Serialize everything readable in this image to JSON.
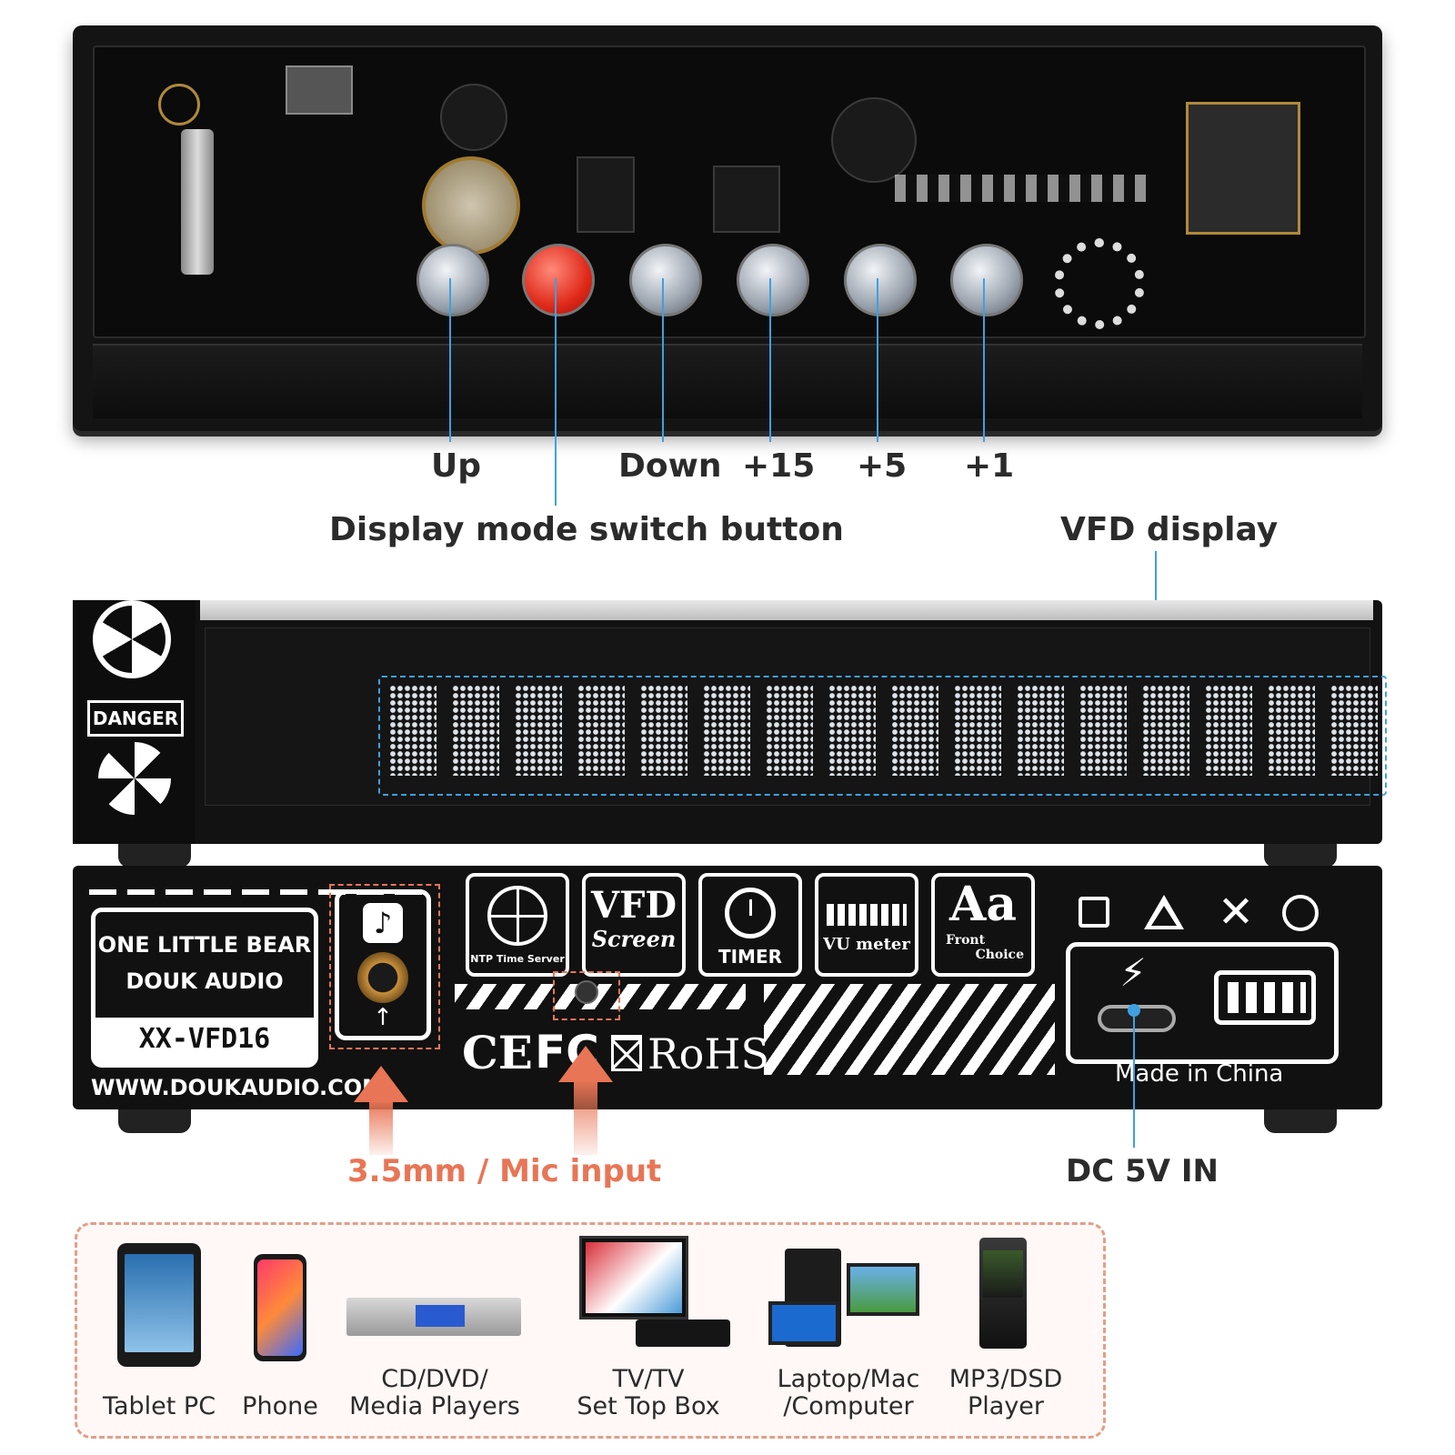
{
  "pcb": {
    "labels": {
      "up": "Up",
      "down": "Down",
      "plus15": "+15",
      "plus5": "+5",
      "plus1": "+1",
      "display_mode": "Display mode switch button",
      "vfd_display": "VFD display"
    }
  },
  "panel": {
    "danger": "DANGER",
    "brand_line1": "ONE LITTLE BEAR",
    "brand_line2": "DOUK AUDIO",
    "model": "XX-VFD16",
    "website": "WWW.DOUKAUDIO.COM",
    "features": [
      {
        "icon": "globe-icon",
        "label": "NTP Time Server"
      },
      {
        "icon": "vfd-icon",
        "title": "VFD",
        "label": "Screen"
      },
      {
        "icon": "stopwatch-icon",
        "label": "TIMER"
      },
      {
        "icon": "vu-meter-icon",
        "label": "VU meter"
      },
      {
        "icon": "font-icon",
        "title": "Aa",
        "label1": "Front",
        "label2": "Choice"
      }
    ],
    "certifications": {
      "ce": "CE",
      "fc": "FC",
      "rohs": "RoHS"
    },
    "made_in": "Made in China"
  },
  "callouts": {
    "audio_input": "3.5mm / Mic input",
    "power_input": "DC 5V IN"
  },
  "devices": [
    {
      "icon": "tablet-icon",
      "line1": "Tablet PC",
      "line2": ""
    },
    {
      "icon": "phone-icon",
      "line1": "Phone",
      "line2": ""
    },
    {
      "icon": "media-player-icon",
      "line1": "CD/DVD/",
      "line2": "Media Players"
    },
    {
      "icon": "tv-icon",
      "line1": "TV/TV",
      "line2": "Set Top Box"
    },
    {
      "icon": "computer-icon",
      "line1": "Laptop/Mac",
      "line2": "/Computer"
    },
    {
      "icon": "mp3-player-icon",
      "line1": "MP3/DSD",
      "line2": "Player"
    }
  ],
  "colors": {
    "accent_blue": "#3fa0e0",
    "accent_orange": "#e87555",
    "device_panel": "#111111"
  }
}
